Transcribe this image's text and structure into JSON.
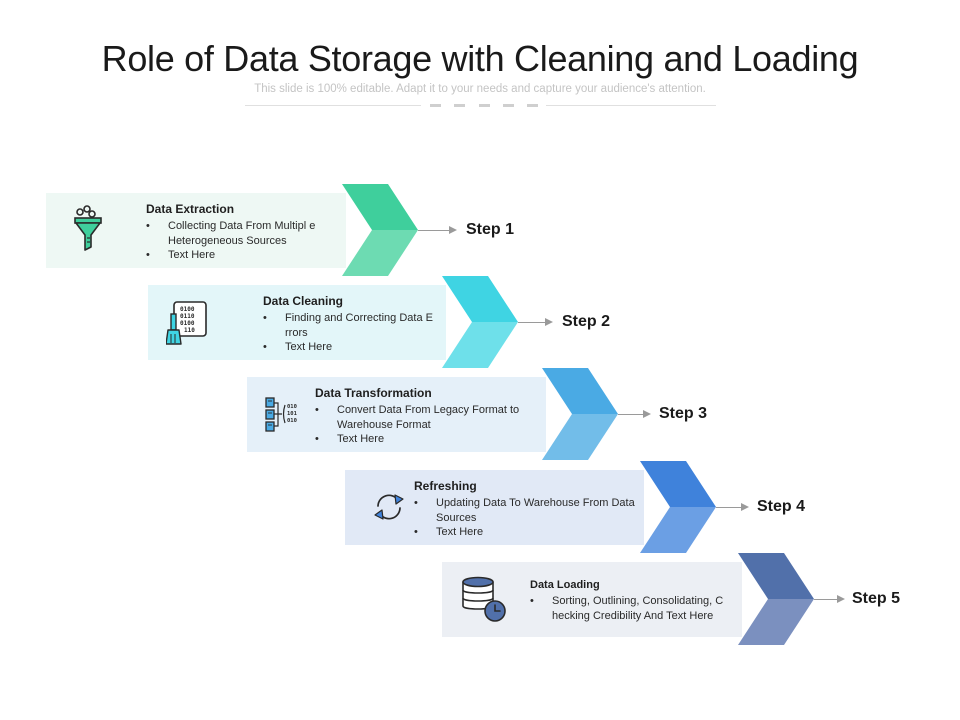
{
  "header": {
    "title": "Role of Data Storage with Cleaning and Loading",
    "subtitle": "This slide is 100% editable. Adapt it to your needs and capture your audience's attention."
  },
  "steps": [
    {
      "label": "Step 1",
      "heading": "Data Extraction",
      "bullets": [
        "Collecting Data From Multipl e Heterogeneous Sources",
        "Text Here"
      ],
      "icon": "funnel-icon",
      "colors": {
        "panel": "#eef8f4",
        "chevron_top": "#3fcf9c",
        "chevron_bottom": "#6ddbb2"
      }
    },
    {
      "label": "Step 2",
      "heading": "Data Cleaning",
      "bullets": [
        "Finding and Correcting Data E rrors",
        "Text Here"
      ],
      "icon": "binary-brush-icon",
      "binary_text": [
        "0100",
        "0110",
        "0100",
        "110"
      ],
      "colors": {
        "panel": "#e3f6f9",
        "chevron_top": "#3fd4e3",
        "chevron_bottom": "#6ee0ea"
      }
    },
    {
      "label": "Step 3",
      "heading": "Data Transformation",
      "bullets": [
        "Convert Data From Legacy Format to Warehouse Format",
        "Text Here"
      ],
      "icon": "documents-to-binary-icon",
      "binary_text": [
        "010",
        "101",
        "010"
      ],
      "colors": {
        "panel": "#e5f0f9",
        "chevron_top": "#4aaae4",
        "chevron_bottom": "#72bde9"
      }
    },
    {
      "label": "Step 4",
      "heading": "Refreshing",
      "bullets": [
        "Updating Data To Warehouse From Data Sources",
        "Text Here"
      ],
      "icon": "refresh-icon",
      "colors": {
        "panel": "#e1e9f6",
        "chevron_top": "#3f82db",
        "chevron_bottom": "#6b9fe4"
      }
    },
    {
      "label": "Step 5",
      "heading": "Data Loading",
      "bullets": [
        "Sorting, Outlining, Consolidating, C hecking Credibility And Text Here"
      ],
      "icon": "database-clock-icon",
      "colors": {
        "panel": "#eceff4",
        "chevron_top": "#5170aa",
        "chevron_bottom": "#7b90bf"
      }
    }
  ]
}
